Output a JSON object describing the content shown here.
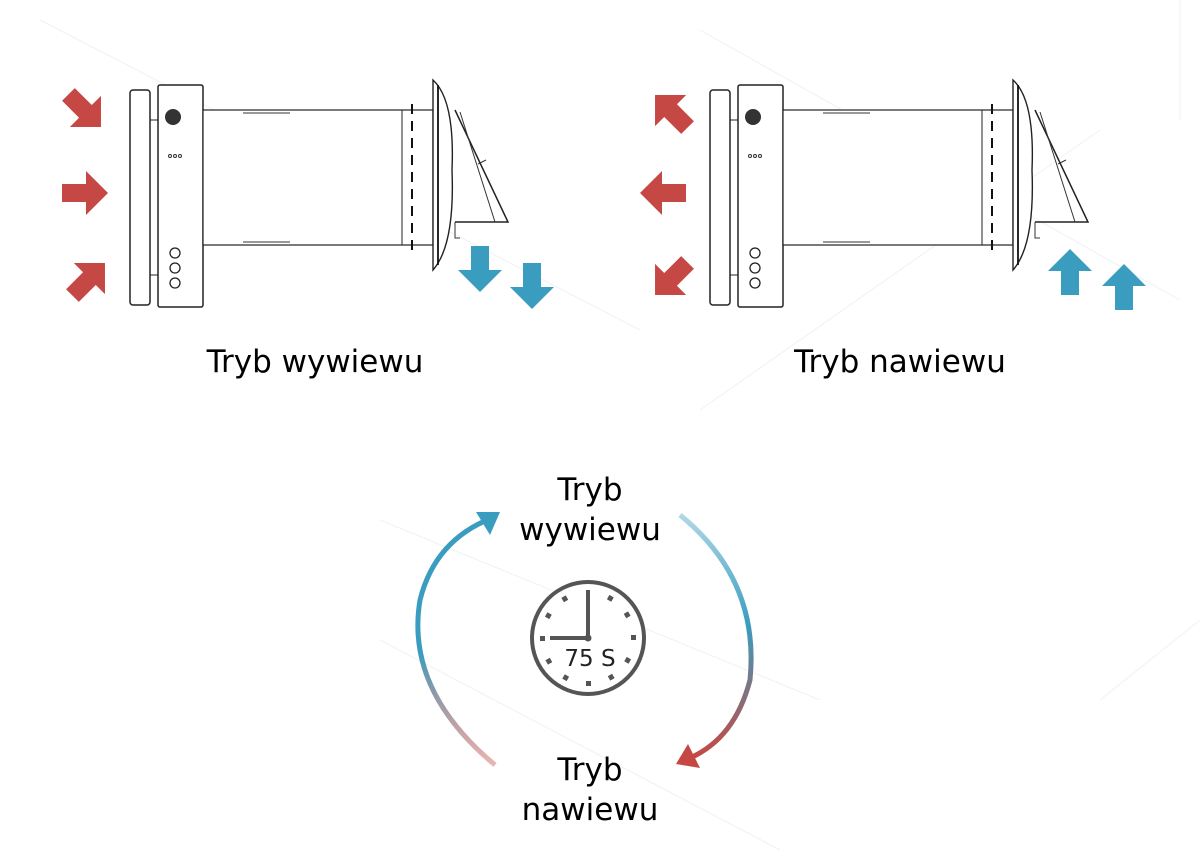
{
  "panels": {
    "exhaust": {
      "caption": "Tryb wywiewu"
    },
    "supply": {
      "caption": "Tryb nawiewu"
    }
  },
  "cycle": {
    "top_label_line1": "Tryb",
    "top_label_line2": "wywiewu",
    "bottom_label_line1": "Tryb",
    "bottom_label_line2": "nawiewu",
    "timer_text": "75 S"
  },
  "colors": {
    "indoor_arrow": "#c64844",
    "outdoor_arrow": "#3a9dc0",
    "line": "#222222",
    "clock": "#555555"
  }
}
